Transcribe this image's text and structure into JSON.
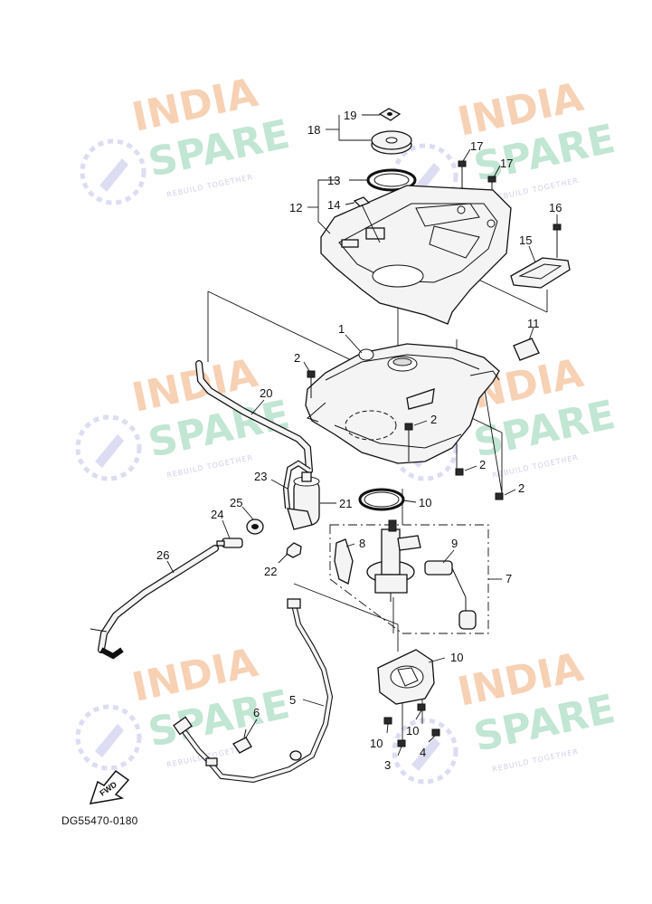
{
  "diagram_code": "DG55470-0180",
  "fwd_label": "FWD",
  "watermark": {
    "line1": "INDIA",
    "line2": "SPARE",
    "tagline": "REBUILD TOGETHER"
  },
  "callouts": [
    {
      "id": "c1",
      "text": "1"
    },
    {
      "id": "c2a",
      "text": "2"
    },
    {
      "id": "c2b",
      "text": "2"
    },
    {
      "id": "c2c",
      "text": "2"
    },
    {
      "id": "c2d",
      "text": "2"
    },
    {
      "id": "c3",
      "text": "3"
    },
    {
      "id": "c4",
      "text": "4"
    },
    {
      "id": "c5",
      "text": "5"
    },
    {
      "id": "c6",
      "text": "6"
    },
    {
      "id": "c7",
      "text": "7"
    },
    {
      "id": "c8",
      "text": "8"
    },
    {
      "id": "c9",
      "text": "9"
    },
    {
      "id": "c10a",
      "text": "10"
    },
    {
      "id": "c10b",
      "text": "10"
    },
    {
      "id": "c10c",
      "text": "10"
    },
    {
      "id": "c10d",
      "text": "10"
    },
    {
      "id": "c11",
      "text": "11"
    },
    {
      "id": "c12",
      "text": "12"
    },
    {
      "id": "c13",
      "text": "13"
    },
    {
      "id": "c14",
      "text": "14"
    },
    {
      "id": "c15",
      "text": "15"
    },
    {
      "id": "c16",
      "text": "16"
    },
    {
      "id": "c17a",
      "text": "17"
    },
    {
      "id": "c17b",
      "text": "17"
    },
    {
      "id": "c18",
      "text": "18"
    },
    {
      "id": "c19",
      "text": "19"
    },
    {
      "id": "c20",
      "text": "20"
    },
    {
      "id": "c21",
      "text": "21"
    },
    {
      "id": "c22",
      "text": "22"
    },
    {
      "id": "c23",
      "text": "23"
    },
    {
      "id": "c24",
      "text": "24"
    },
    {
      "id": "c25",
      "text": "25"
    },
    {
      "id": "c26",
      "text": "26"
    }
  ]
}
